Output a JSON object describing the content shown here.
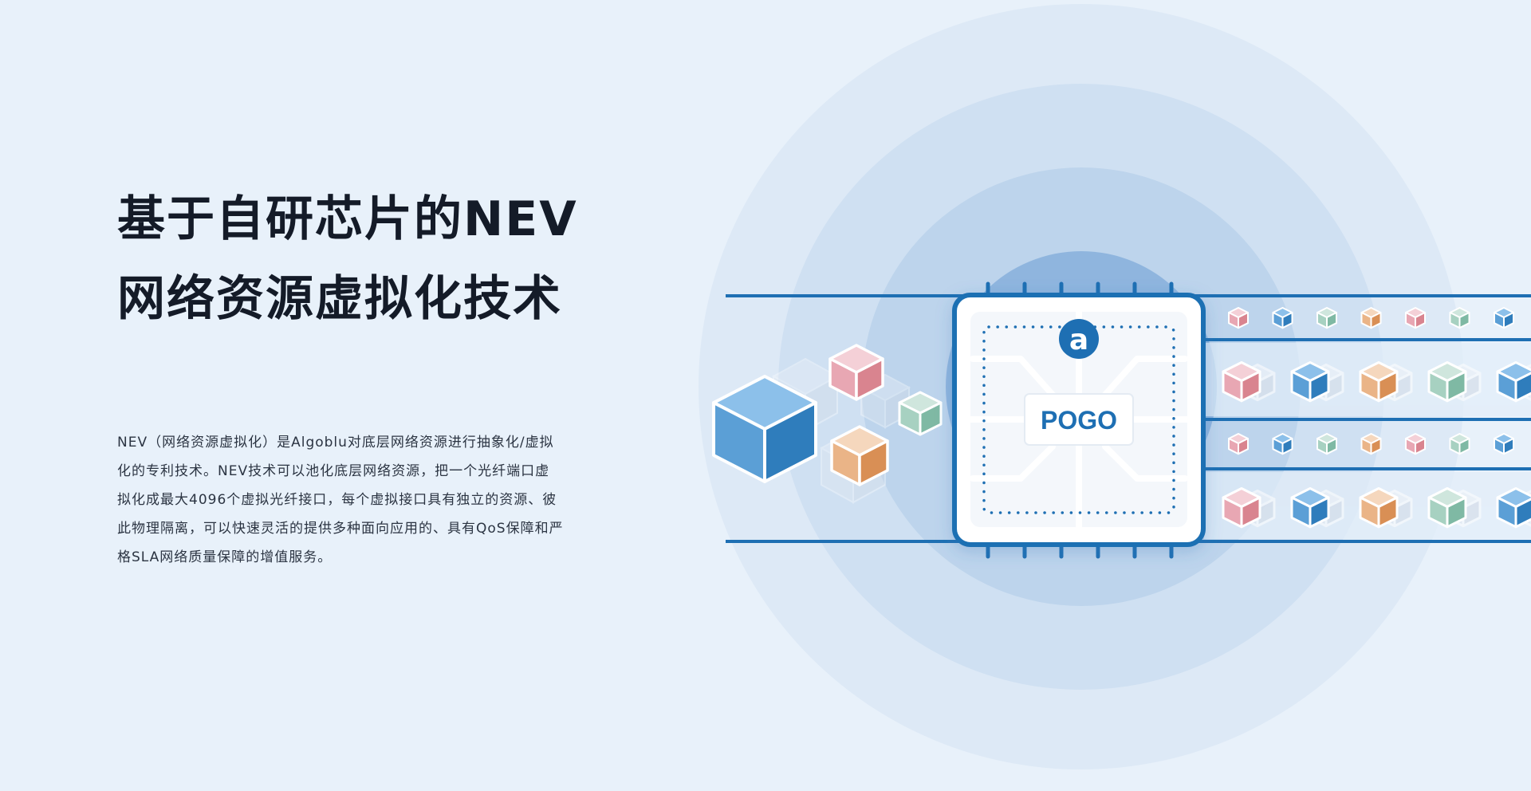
{
  "hero": {
    "title_line1": "基于自研芯片的NEV",
    "title_line2": "网络资源虚拟化技术",
    "description": "NEV（网络资源虚拟化）是Algoblu对底层网络资源进行抽象化/虚拟化的专利技术。NEV技术可以池化底层网络资源，把一个光纤端口虚拟化成最大4096个虚拟光纤接口，每个虚拟接口具有独立的资源、彼此物理隔离，可以快速灵活的提供多种面向应用的、具有QoS保障和严格SLA网络质量保障的增值服务。"
  },
  "chip": {
    "label": "POGO",
    "logo_letter": "a",
    "logo_icon": "algoblu-logo-icon"
  },
  "colors": {
    "background": "#e8f1fa",
    "primary_blue": "#1e6fb3",
    "cube_blue": "#5b9fd6",
    "cube_pink": "#e8a7b3",
    "cube_orange": "#eab487",
    "cube_green": "#a7d1c1",
    "text_dark": "#141b28"
  }
}
